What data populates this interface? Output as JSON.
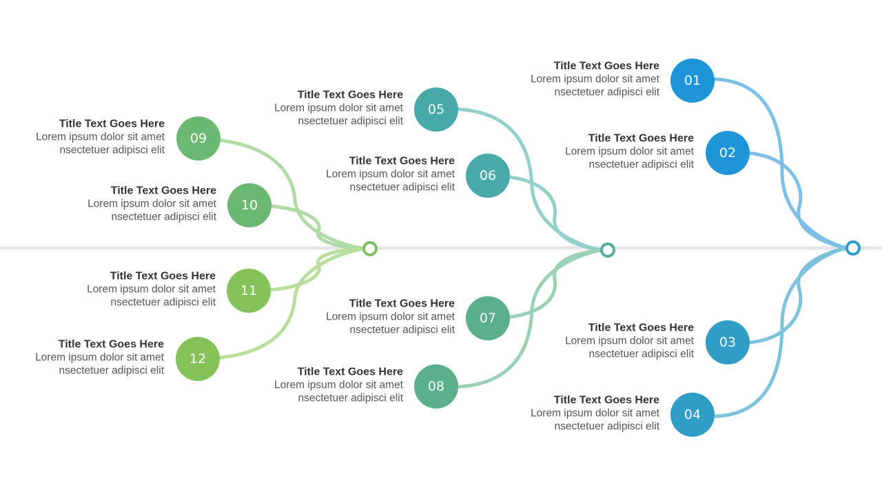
{
  "colors": {
    "blue": "#1e95d6",
    "teal": "#47a9a8",
    "green": "#5fb86e",
    "lime": "#84c35a",
    "axis": "#e6e6e6"
  },
  "items": [
    {
      "num": "01",
      "title": "Title Text Goes Here",
      "line1": "Lorem ipsum dolor sit amet",
      "line2": "nsectetuer  adipisci elit",
      "color": "#1e95d6",
      "stroke": "#7cc0e8"
    },
    {
      "num": "02",
      "title": "Title Text Goes Here",
      "line1": "Lorem ipsum dolor sit amet",
      "line2": "nsectetuer  adipisci elit",
      "color": "#1e95d6",
      "stroke": "#7cc0e8"
    },
    {
      "num": "03",
      "title": "Title Text Goes Here",
      "line1": "Lorem ipsum dolor sit amet",
      "line2": "nsectetuer  adipisci elit",
      "color": "#2f9dc6",
      "stroke": "#7ec3dc"
    },
    {
      "num": "04",
      "title": "Title Text Goes Here",
      "line1": "Lorem ipsum dolor sit amet",
      "line2": "nsectetuer  adipisci elit",
      "color": "#2f9dc6",
      "stroke": "#7ec3dc"
    },
    {
      "num": "05",
      "title": "Title Text Goes Here",
      "line1": "Lorem ipsum dolor sit amet",
      "line2": "nsectetuer  adipisci elit",
      "color": "#47a9a8",
      "stroke": "#93d0cc"
    },
    {
      "num": "06",
      "title": "Title Text Goes Here",
      "line1": "Lorem ipsum dolor sit amet",
      "line2": "nsectetuer  adipisci elit",
      "color": "#47a9a8",
      "stroke": "#93d0cc"
    },
    {
      "num": "07",
      "title": "Title Text Goes Here",
      "line1": "Lorem ipsum dolor sit amet",
      "line2": "nsectetuer  adipisci elit",
      "color": "#5aaf8c",
      "stroke": "#9ad0b6"
    },
    {
      "num": "08",
      "title": "Title Text Goes Here",
      "line1": "Lorem ipsum dolor sit amet",
      "line2": "nsectetuer  adipisci elit",
      "color": "#5aaf8c",
      "stroke": "#9ad0b6"
    },
    {
      "num": "09",
      "title": "Title Text Goes Here",
      "line1": "Lorem ipsum dolor sit amet",
      "line2": "nsectetuer  adipisci elit",
      "color": "#6ab872",
      "stroke": "#b1dba6"
    },
    {
      "num": "10",
      "title": "Title Text Goes Here",
      "line1": "Lorem ipsum dolor sit amet",
      "line2": "nsectetuer  adipisci elit",
      "color": "#6ab872",
      "stroke": "#b1dba6"
    },
    {
      "num": "11",
      "title": "Title Text Goes Here",
      "line1": "Lorem ipsum dolor sit amet",
      "line2": "nsectetuer  adipisci elit",
      "color": "#84c35a",
      "stroke": "#b8de9c"
    },
    {
      "num": "12",
      "title": "Title Text Goes Here",
      "line1": "Lorem ipsum dolor sit amet",
      "line2": "nsectetuer  adipisci elit",
      "color": "#84c35a",
      "stroke": "#b8de9c"
    }
  ]
}
